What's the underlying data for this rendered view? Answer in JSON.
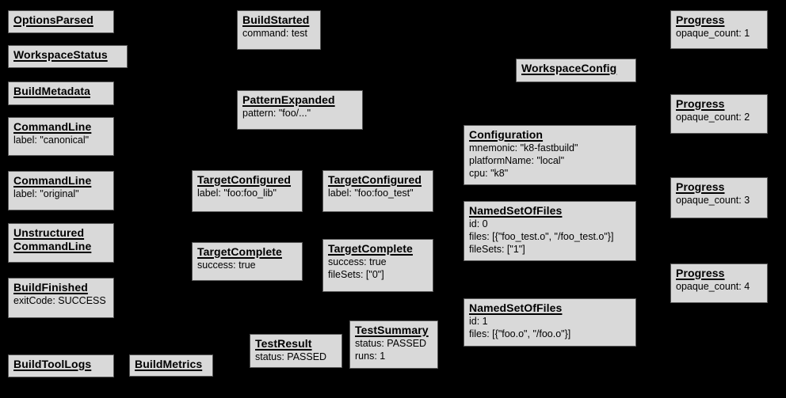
{
  "diagram": {
    "description": "Build event protocol graph of gray event boxes on a black background",
    "colors": {
      "background": "#000000",
      "node_fill": "#d9d9d9",
      "node_border": "#595959",
      "node_text": "#000000"
    },
    "nodes": [
      {
        "id": "options-parsed",
        "title_lines": [
          "OptionsParsed"
        ],
        "fields": []
      },
      {
        "id": "workspace-status",
        "title_lines": [
          "WorkspaceStatus"
        ],
        "fields": []
      },
      {
        "id": "build-metadata",
        "title_lines": [
          "BuildMetadata"
        ],
        "fields": []
      },
      {
        "id": "command-line-canonical",
        "title_lines": [
          "CommandLine"
        ],
        "fields": [
          "label: \"canonical\""
        ]
      },
      {
        "id": "command-line-original",
        "title_lines": [
          "CommandLine"
        ],
        "fields": [
          "label: \"original\""
        ]
      },
      {
        "id": "unstructured-command-line",
        "title_lines": [
          "Unstructured",
          "CommandLine"
        ],
        "fields": []
      },
      {
        "id": "build-finished",
        "title_lines": [
          "BuildFinished"
        ],
        "fields": [
          "exitCode: SUCCESS"
        ]
      },
      {
        "id": "build-tool-logs",
        "title_lines": [
          "BuildToolLogs"
        ],
        "fields": []
      },
      {
        "id": "build-metrics",
        "title_lines": [
          "BuildMetrics"
        ],
        "fields": []
      },
      {
        "id": "build-started",
        "title_lines": [
          "BuildStarted"
        ],
        "fields": [
          "command: test"
        ]
      },
      {
        "id": "pattern-expanded",
        "title_lines": [
          "PatternExpanded"
        ],
        "fields": [
          "pattern: \"foo/...\""
        ]
      },
      {
        "id": "target-configured-lib",
        "title_lines": [
          "TargetConfigured"
        ],
        "fields": [
          "label: \"foo:foo_lib\""
        ]
      },
      {
        "id": "target-configured-test",
        "title_lines": [
          "TargetConfigured"
        ],
        "fields": [
          "label: \"foo:foo_test\""
        ]
      },
      {
        "id": "target-complete-lib",
        "title_lines": [
          "TargetComplete"
        ],
        "fields": [
          "success: true"
        ]
      },
      {
        "id": "target-complete-test",
        "title_lines": [
          "TargetComplete"
        ],
        "fields": [
          "success: true",
          "fileSets: [\"0\"]"
        ]
      },
      {
        "id": "test-result",
        "title_lines": [
          "TestResult"
        ],
        "fields": [
          "status: PASSED"
        ]
      },
      {
        "id": "test-summary",
        "title_lines": [
          "TestSummary"
        ],
        "fields": [
          "status: PASSED",
          "runs: 1"
        ]
      },
      {
        "id": "workspace-config",
        "title_lines": [
          "WorkspaceConfig"
        ],
        "fields": []
      },
      {
        "id": "configuration",
        "title_lines": [
          "Configuration"
        ],
        "fields": [
          "mnemonic: \"k8-fastbuild\"",
          "platformName: \"local\"",
          "cpu: \"k8\""
        ]
      },
      {
        "id": "named-set-of-files-0",
        "title_lines": [
          "NamedSetOfFiles"
        ],
        "fields": [
          "id: 0",
          "files: [{\"foo_test.o\", \"/foo_test.o\"}]",
          "fileSets: [\"1\"]"
        ]
      },
      {
        "id": "named-set-of-files-1",
        "title_lines": [
          "NamedSetOfFiles"
        ],
        "fields": [
          "id: 1",
          "files: [{\"foo.o\", \"/foo.o\"}]"
        ]
      },
      {
        "id": "progress-1",
        "title_lines": [
          "Progress"
        ],
        "fields": [
          "opaque_count: 1"
        ]
      },
      {
        "id": "progress-2",
        "title_lines": [
          "Progress"
        ],
        "fields": [
          "opaque_count: 2"
        ]
      },
      {
        "id": "progress-3",
        "title_lines": [
          "Progress"
        ],
        "fields": [
          "opaque_count: 3"
        ]
      },
      {
        "id": "progress-4",
        "title_lines": [
          "Progress"
        ],
        "fields": [
          "opaque_count: 4"
        ]
      }
    ]
  }
}
